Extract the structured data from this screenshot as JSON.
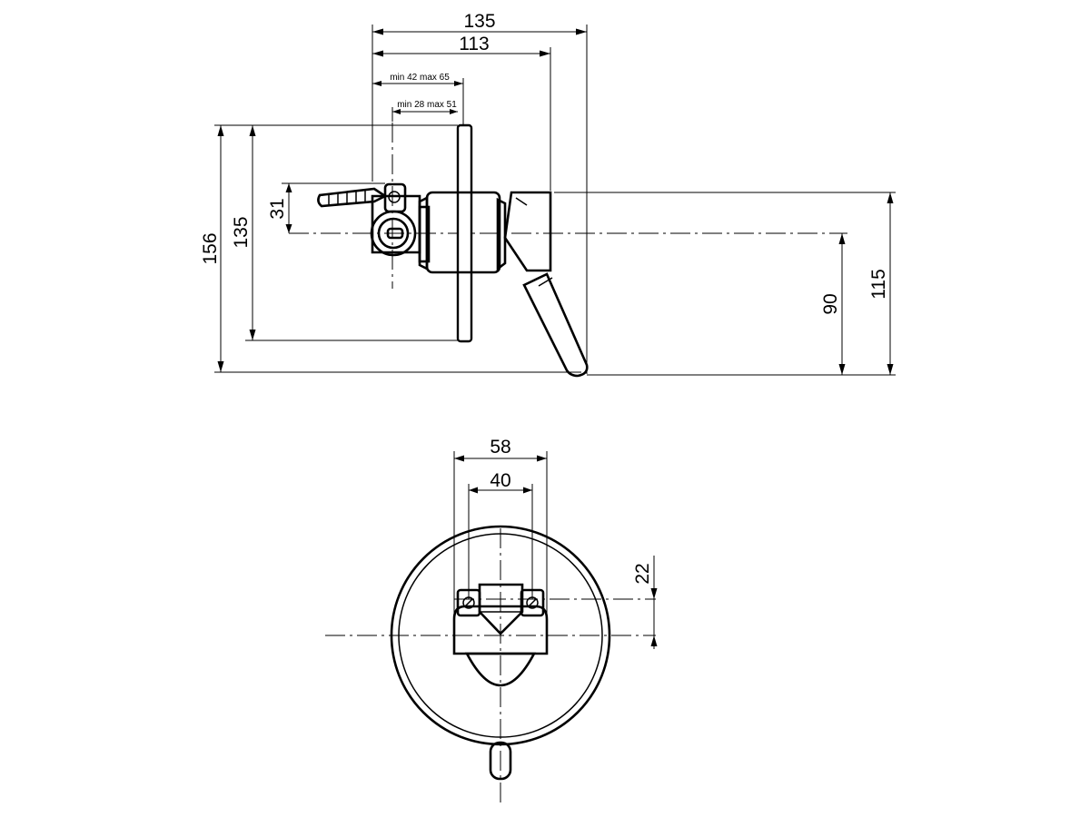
{
  "side_view": {
    "dim_total_depth": "135",
    "dim_depth_to_lever": "113",
    "dim_wall_range_a": "min 42 max 65",
    "dim_wall_range_b": "min 28 max 51",
    "dim_offset": "31",
    "dim_plate_height": "135",
    "dim_overall_height": "156",
    "dim_axis_to_tip": "90",
    "dim_top_to_tip": "115"
  },
  "front_view": {
    "dim_outer_width": "58",
    "dim_inner_width": "40",
    "dim_vertical_offset": "22"
  }
}
